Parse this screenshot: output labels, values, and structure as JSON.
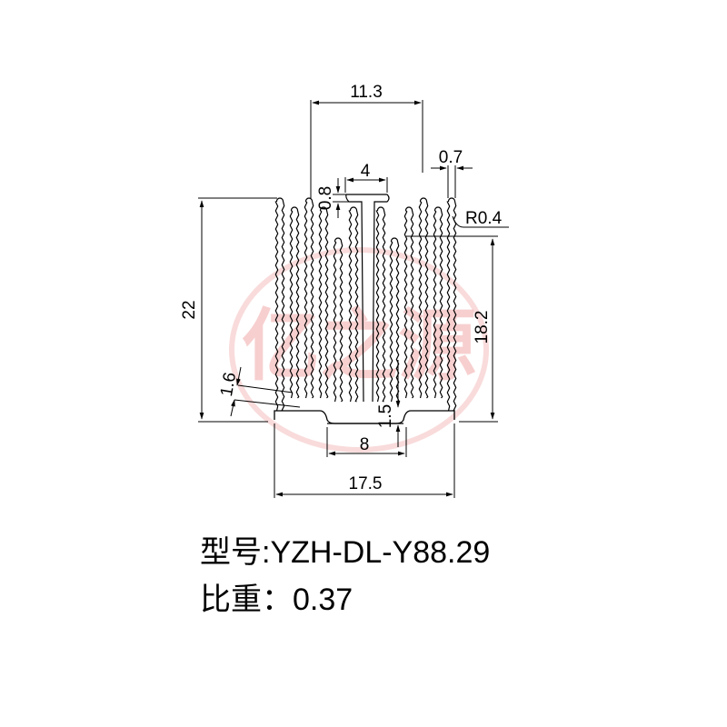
{
  "watermark": {
    "text": "亿之源",
    "color": "#f2a9a9"
  },
  "dimensions": {
    "top_width": "11.3",
    "fin_thickness": "0.7",
    "tab_width": "4",
    "tab_thickness": "0.8",
    "radius": "R0.4",
    "total_height": "22",
    "inner_height": "18.2",
    "root_thickness": "1.6",
    "base_thickness": "1.5",
    "center_width": "8",
    "total_width": "17.5"
  },
  "caption": {
    "model_label": "型号",
    "model_sep": ":",
    "model_value": "YZH-DL-Y88.29",
    "weight_label": "比重",
    "weight_sep": "：",
    "weight_value": "0.37"
  }
}
